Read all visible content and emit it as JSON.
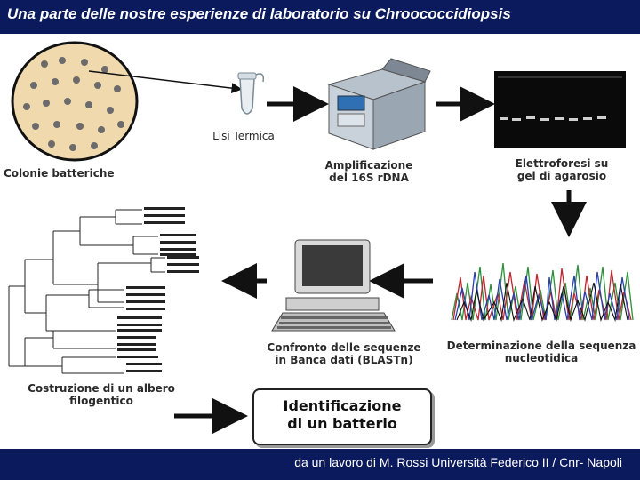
{
  "header": {
    "title": "Una parte delle nostre esperienze di laboratorio su Chroococcidiopsis"
  },
  "footer": {
    "credit": "da un lavoro di M. Rossi Università Federico II / Cnr- Napoli"
  },
  "steps": {
    "colonies": "Colonie batteriche",
    "lysis": "Lisi Termica",
    "pcr_line1": "Amplificazione",
    "pcr_line2": "del  16S rDNA",
    "gel_line1": "Elettroforesi su",
    "gel_line2": "gel di agarosio",
    "sequencing_line1": "Determinazione della sequenza",
    "sequencing_line2": "nucleotidica",
    "blast_line1": "Confronto delle sequenze",
    "blast_line2": "in Banca dati (BLASTn)",
    "tree_line1": "Costruzione di un albero",
    "tree_line2": "filogentico",
    "result_line1": "Identificazione",
    "result_line2": "di un batterio"
  },
  "colors": {
    "bar": "#0b1a5c",
    "arrow": "#111111",
    "plate": "#f0d9ad",
    "colony": "#6b6b6b"
  },
  "icons": [
    "petri-dish-icon",
    "tube-icon",
    "thermocycler-icon",
    "gel-image-icon",
    "chromatogram-icon",
    "computer-icon",
    "tree-icon"
  ]
}
